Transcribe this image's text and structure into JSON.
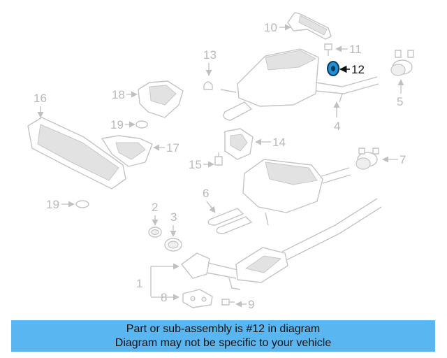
{
  "callouts": {
    "c1": "1",
    "c2": "2",
    "c3": "3",
    "c4": "4",
    "c5": "5",
    "c6": "6",
    "c7": "7",
    "c8": "8",
    "c9": "9",
    "c10": "10",
    "c11": "11",
    "c12": "12",
    "c13": "13",
    "c14": "14",
    "c15": "15",
    "c16": "16",
    "c17": "17",
    "c18": "18",
    "c19a": "19",
    "c19b": "19"
  },
  "highlight": {
    "part": "12",
    "color": "#1f8fd6"
  },
  "banner": {
    "line1": "Part or sub-assembly is #12 in diagram",
    "line2": "Diagram may not be specific to your vehicle",
    "color": "#5ab6f0"
  }
}
